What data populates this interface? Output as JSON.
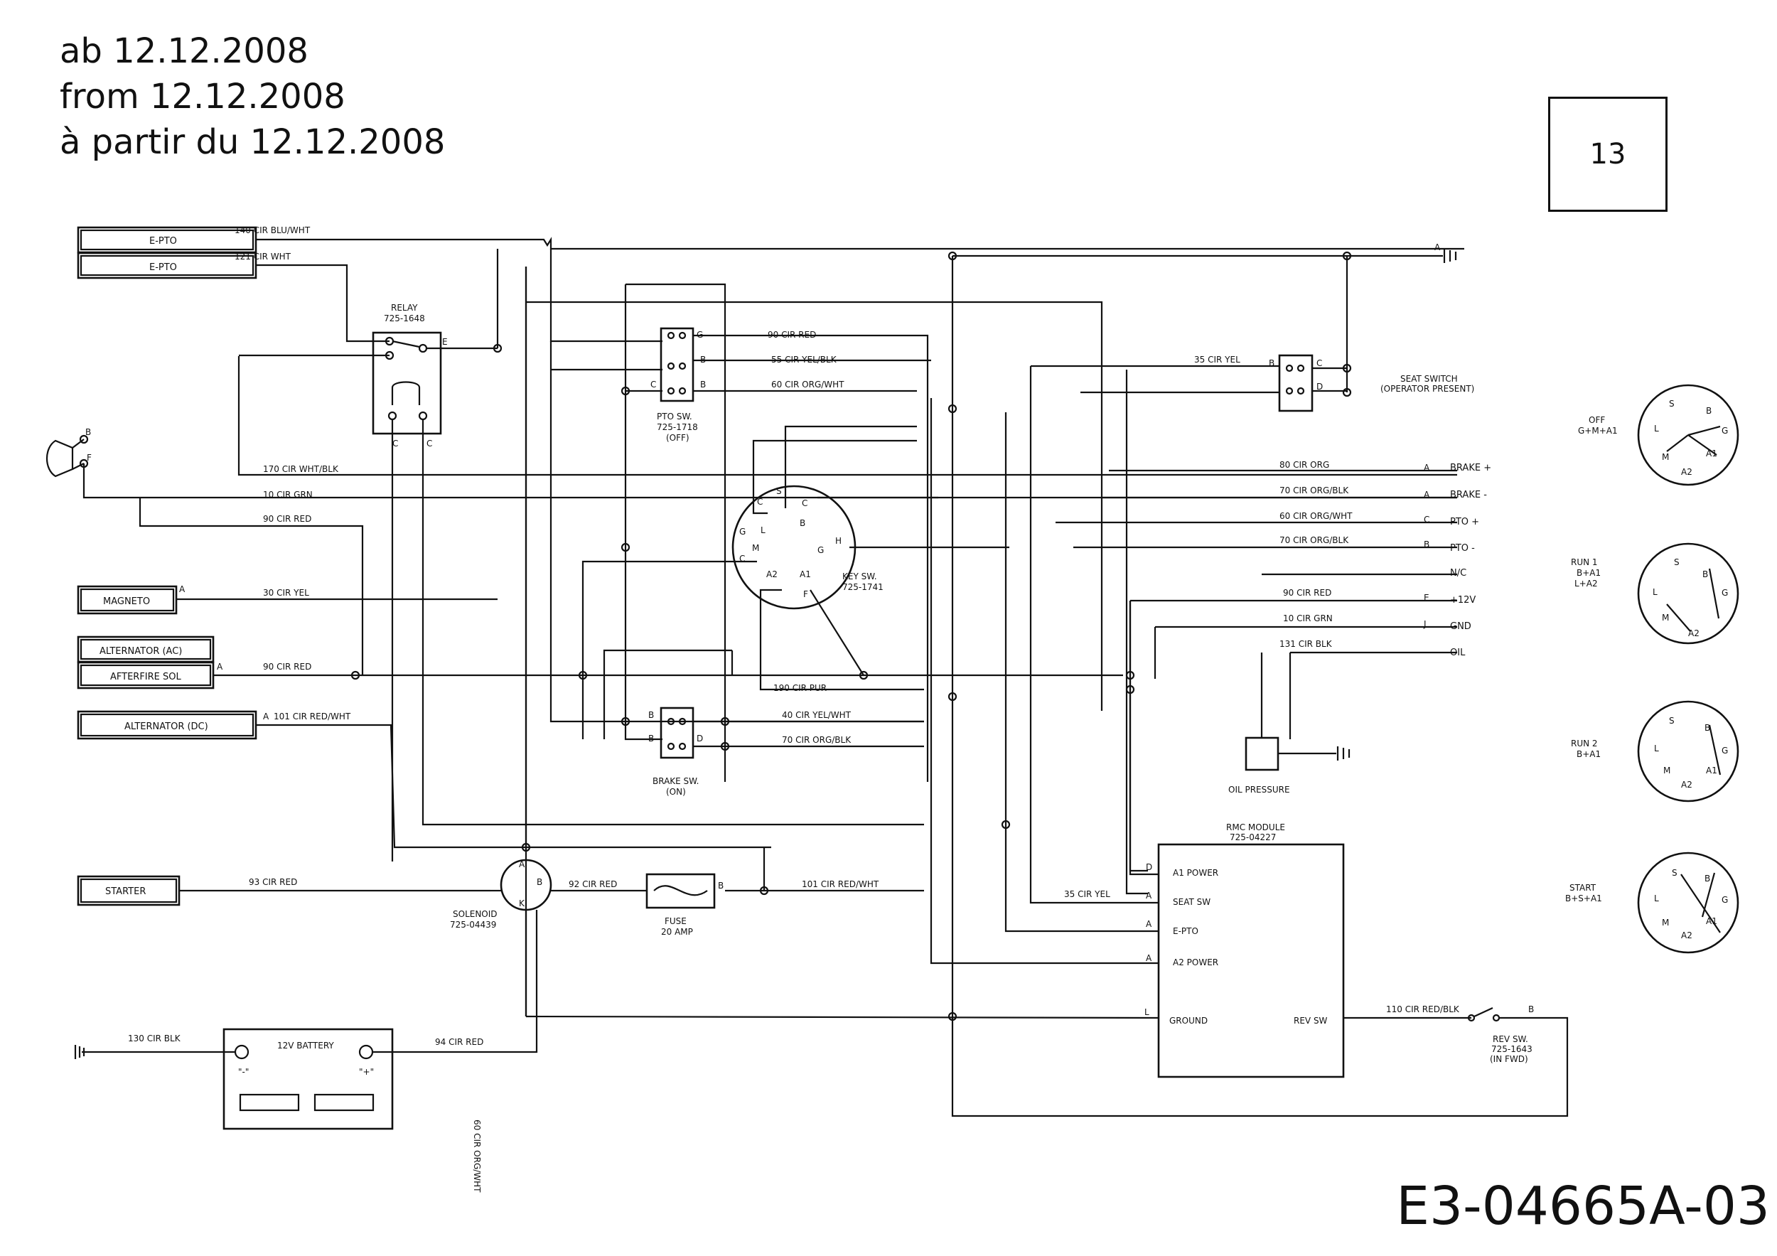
{
  "header": {
    "lines": [
      "ab 12.12.2008",
      "from 12.12.2008",
      "à partir du 12.12.2008"
    ],
    "page_number": "13",
    "document_code": "E3-04665A-03"
  },
  "components": {
    "e_pto_1": "E-PTO",
    "e_pto_2": "E-PTO",
    "magneto": "MAGNETO",
    "alternator_ac": "ALTERNATOR (AC)",
    "afterfire_sol": "AFTERFIRE SOL",
    "alternator_dc": "ALTERNATOR (DC)",
    "starter": "STARTER",
    "relay": "RELAY",
    "relay_part": "725-1648",
    "pto_sw": "PTO SW.",
    "pto_sw_part": "725-1718",
    "pto_sw_state": "(OFF)",
    "key_sw": "KEY SW.",
    "key_sw_part": "725-1741",
    "brake_sw": "BRAKE SW.",
    "brake_sw_state": "(ON)",
    "seat_switch": "SEAT SWITCH",
    "seat_switch_state": "(OPERATOR PRESENT)",
    "oil_pressure": "OIL PRESSURE",
    "rmc_module": "RMC MODULE",
    "rmc_module_part": "725-04227",
    "solenoid": "SOLENOID",
    "solenoid_part": "725-04439",
    "fuse": "FUSE",
    "fuse_rating": "20 AMP",
    "battery": "12V BATTERY",
    "battery_neg": "\"-\"",
    "battery_pos": "\"+\"",
    "rev_sw": "REV SW.",
    "rev_sw_part": "725-1643",
    "rev_sw_state": "(IN FWD)"
  },
  "wires": {
    "w140": "140 CIR BLU/WHT",
    "w121": "121 CIR WHT",
    "w170": "170 CIR WHT/BLK",
    "w10a": "10 CIR GRN",
    "w90a": "90 CIR RED",
    "w30": "30 CIR YEL",
    "w90b": "90 CIR RED",
    "w101a": "101 CIR RED/WHT",
    "w93": "93 CIR RED",
    "w130": "130 CIR BLK",
    "w94": "94 CIR RED",
    "w92": "92 CIR RED",
    "w101b": "101 CIR RED/WHT",
    "w60v": "60 CIR ORG/WHT",
    "w90c": "90 CIR RED",
    "w55": "55 CIR YEL/BLK",
    "w60a": "60 CIR ORG/WHT",
    "w190": "190 CIR PUR",
    "w40": "40 CIR YEL/WHT",
    "w70a": "70 CIR ORG/BLK",
    "w35a": "35 CIR YEL",
    "w80": "80 CIR ORG",
    "w70b": "70 CIR ORG/BLK",
    "w60b": "60 CIR ORG/WHT",
    "w70c": "70 CIR ORG/BLK",
    "w90d": "90 CIR RED",
    "w10b": "10 CIR GRN",
    "w131": "131 CIR BLK",
    "w35b": "35 CIR YEL",
    "w110": "110 CIR RED/BLK"
  },
  "connector": [
    {
      "pin": "A",
      "name": "BRAKE +"
    },
    {
      "pin": "A",
      "name": "BRAKE -"
    },
    {
      "pin": "C",
      "name": "PTO +"
    },
    {
      "pin": "B",
      "name": "PTO -"
    },
    {
      "pin": "",
      "name": "N/C"
    },
    {
      "pin": "E",
      "name": "+12V"
    },
    {
      "pin": "J",
      "name": "GND"
    },
    {
      "pin": "",
      "name": "OIL"
    }
  ],
  "rmc_pins": {
    "a1_power": "A1 POWER",
    "seat_sw": "SEAT SW",
    "e_pto": "E-PTO",
    "a2_power": "A2 POWER",
    "ground": "GROUND",
    "rev_sw": "REV SW"
  },
  "key_positions": [
    {
      "name": "OFF",
      "circuit": "G+M+A1"
    },
    {
      "name": "RUN 1",
      "circuit": "B+A1",
      "circuit2": "L+A2"
    },
    {
      "name": "RUN 2",
      "circuit": "B+A1"
    },
    {
      "name": "START",
      "circuit": "B+S+A1"
    }
  ],
  "letters": {
    "A": "A",
    "B": "B",
    "C": "C",
    "D": "D",
    "E": "E",
    "F": "F",
    "G": "G",
    "H": "H",
    "J": "J",
    "K": "K",
    "L": "L",
    "M": "M",
    "S": "S",
    "A1": "A1",
    "A2": "A2"
  }
}
